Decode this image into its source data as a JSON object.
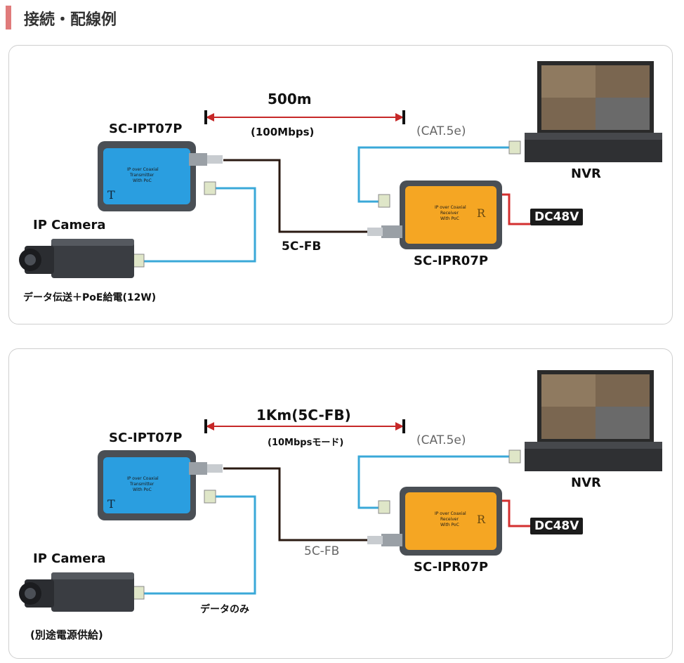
{
  "heading": "接続・配線例",
  "colors": {
    "heading_accent": "#e07b7b",
    "cat_cable": "#3aa8d8",
    "coax_cable": "#2a1a12",
    "power_cable": "#d32f2f",
    "transmitter": "#2a9ee0",
    "receiver": "#f5a623",
    "dc_box": "#1b1b1b"
  },
  "diagram1": {
    "distance": "500m",
    "speed": "(100Mbps)",
    "transmitter": "SC-IPT07P",
    "receiver": "SC-IPR07P",
    "camera": "IP Camera",
    "nvr": "NVR",
    "cat": "(CAT.5e)",
    "coax": "5C-FB",
    "power": "DC48V",
    "camera_note": "データ伝送＋PoE給電(12W)"
  },
  "diagram2": {
    "distance": "1Km(5C-FB)",
    "speed": "(10Mbpsモード)",
    "transmitter": "SC-IPT07P",
    "receiver": "SC-IPR07P",
    "camera": "IP Camera",
    "nvr": "NVR",
    "cat": "(CAT.5e)",
    "coax": "5C-FB",
    "power": "DC48V",
    "data_note": "データのみ",
    "camera_note": "(別途電源供給)"
  },
  "device_text": {
    "tx_lines": [
      "IP over Coaxial",
      "Transmitter",
      "With PoC"
    ],
    "rx_lines": [
      "IP over Coaxial",
      "Receiver",
      "With PoC"
    ],
    "tx_letter": "T",
    "rx_letter": "R"
  }
}
